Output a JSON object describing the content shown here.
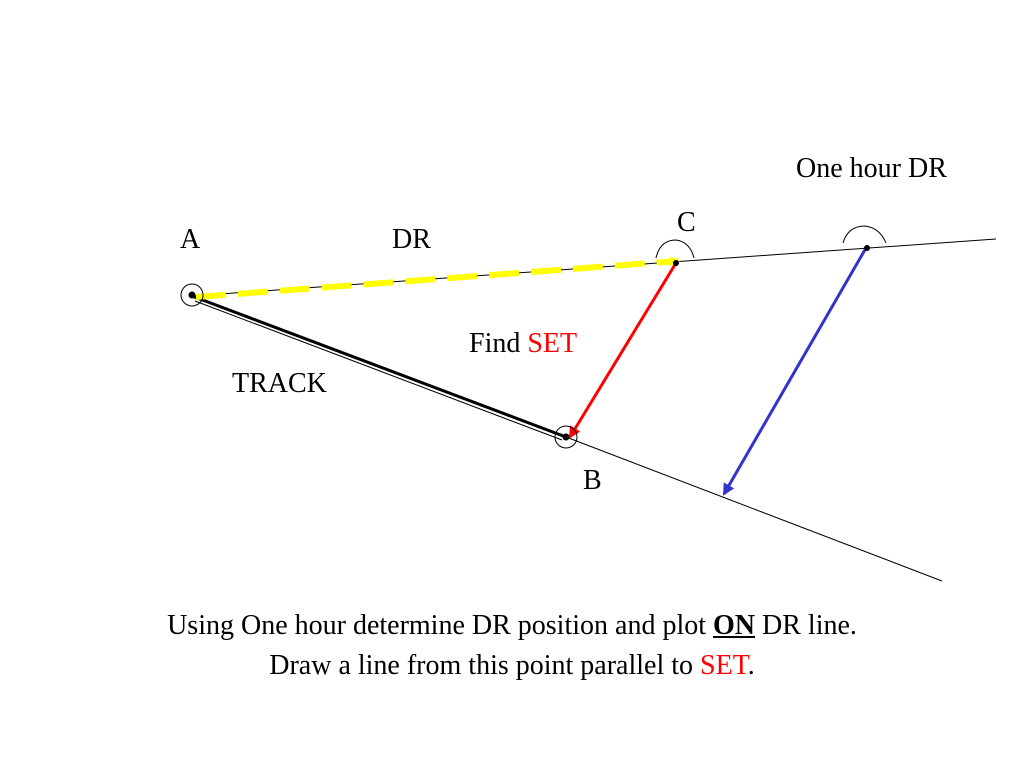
{
  "labels": {
    "point_a": "A",
    "point_b": "B",
    "point_c": "C",
    "dr": "DR",
    "track": "TRACK",
    "one_hour_dr": "One hour DR",
    "find": "Find",
    "set": "SET"
  },
  "caption": {
    "line1_before": "Using One hour determine DR position and plot",
    "line1_emphasis": "ON",
    "line1_after": "DR line.",
    "line2_before": "Draw a line from this point parallel to",
    "line2_set": "SET",
    "line2_after": "."
  },
  "colors": {
    "dr_vector": "#ffff00",
    "set_vector": "#ff0000",
    "parallel_vector": "#3333cc",
    "track_line": "#000000",
    "highlight_text": "#ff0000"
  }
}
